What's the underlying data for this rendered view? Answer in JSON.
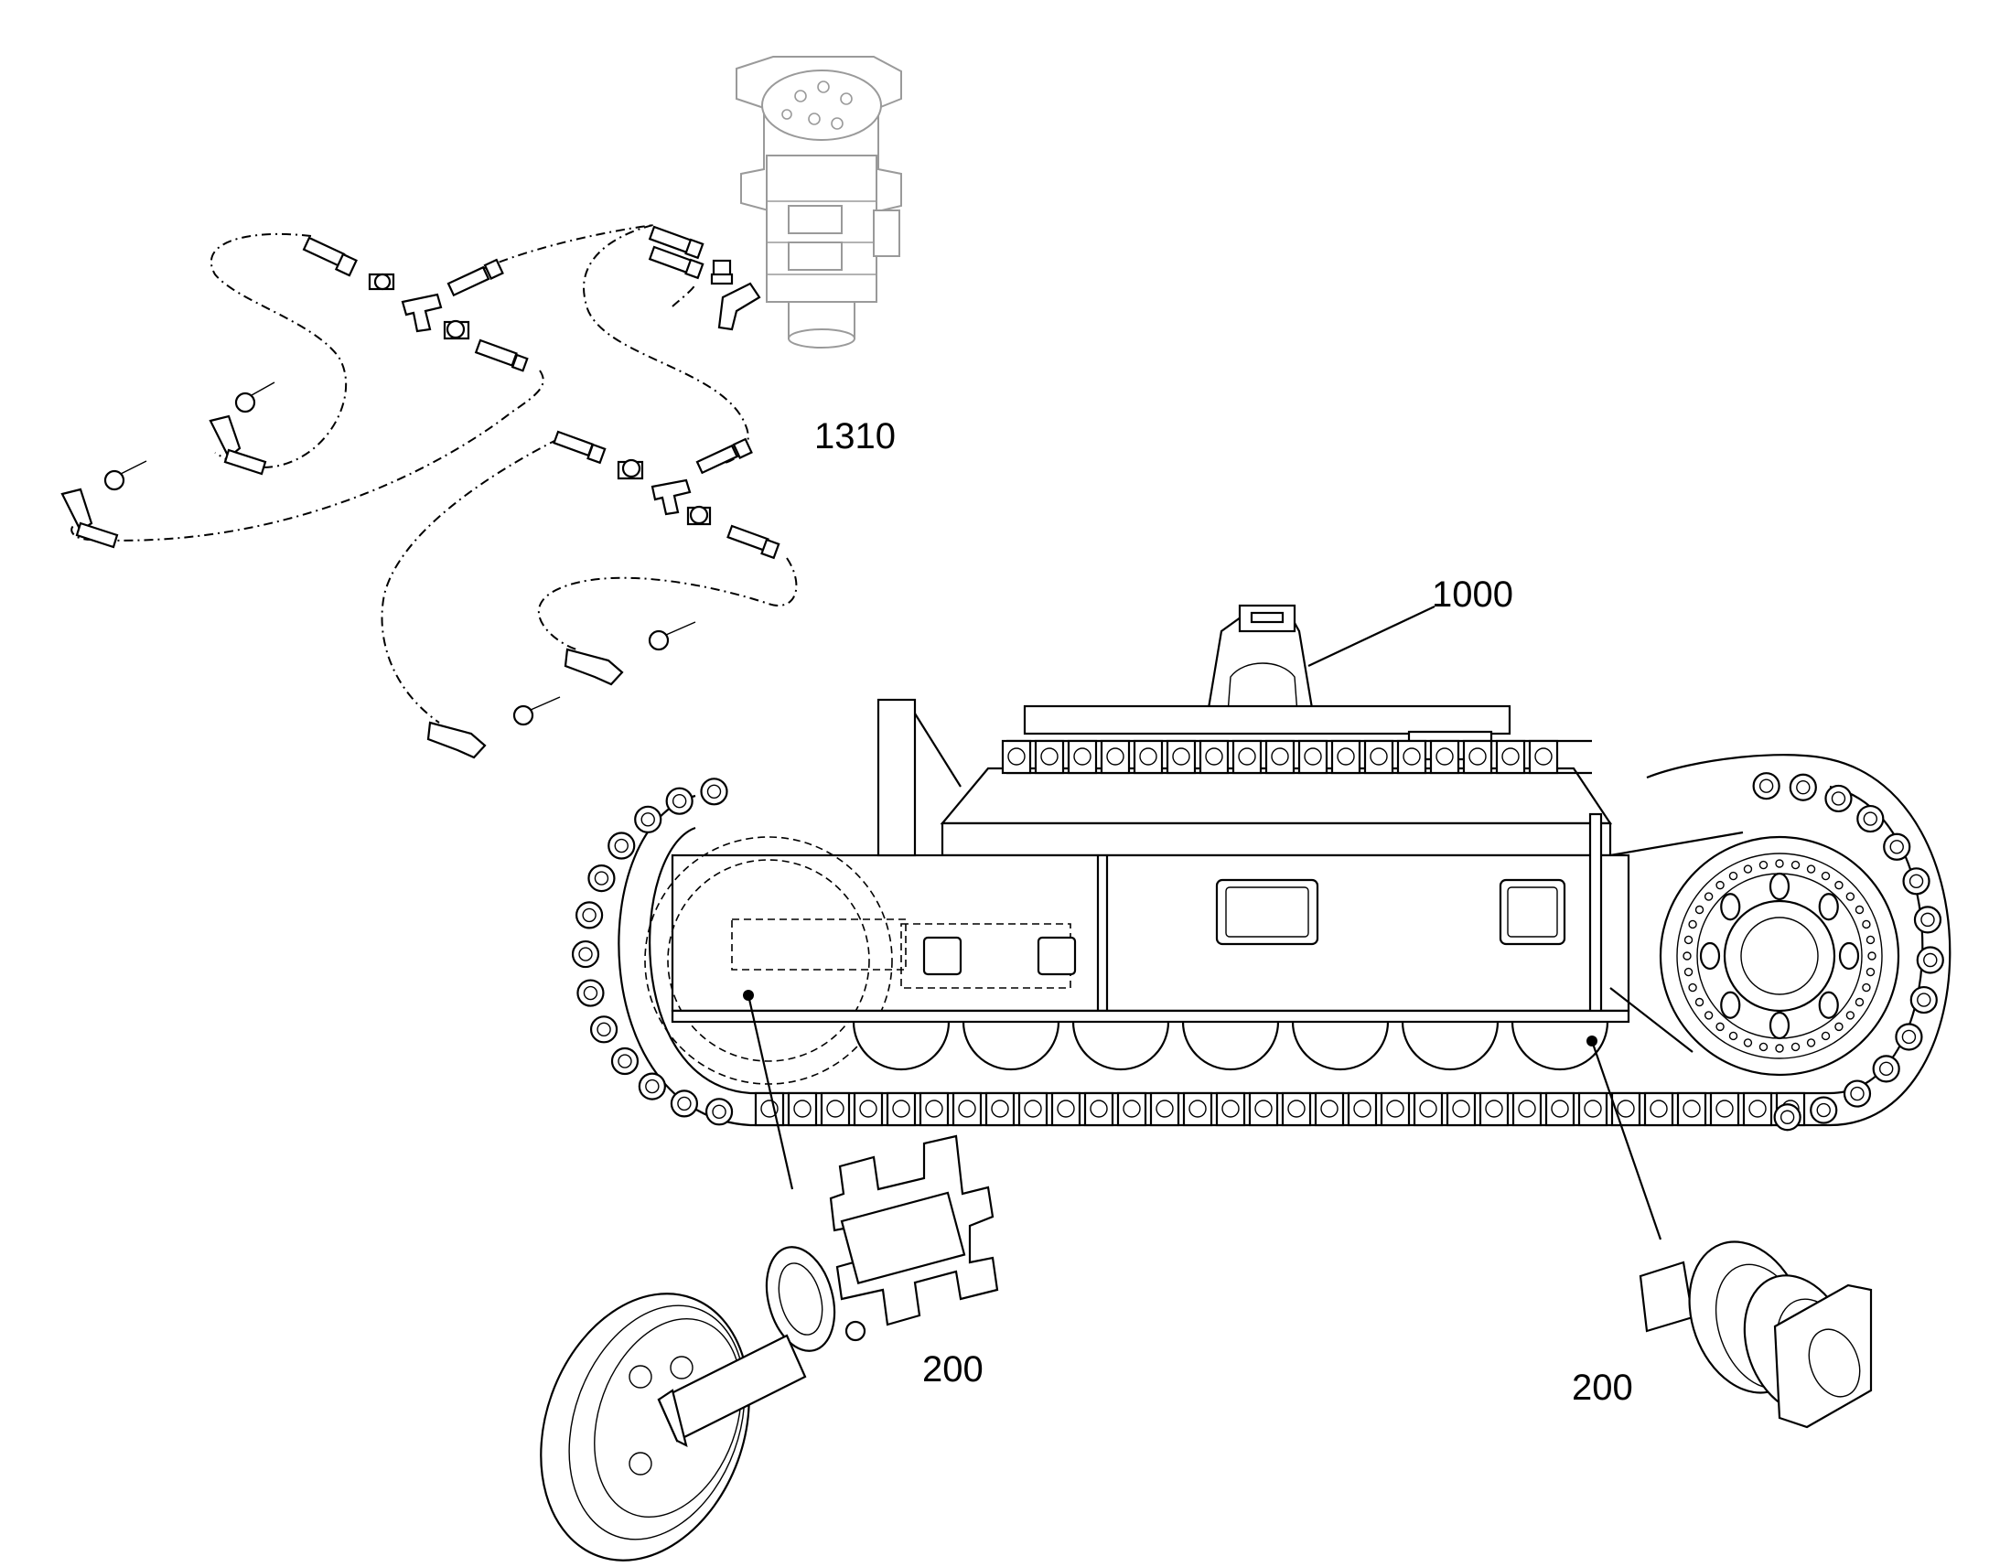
{
  "callouts": {
    "hose_kit": "1310",
    "undercarriage_frame": "1000",
    "idler_assembly": "200",
    "track_roller": "200"
  }
}
